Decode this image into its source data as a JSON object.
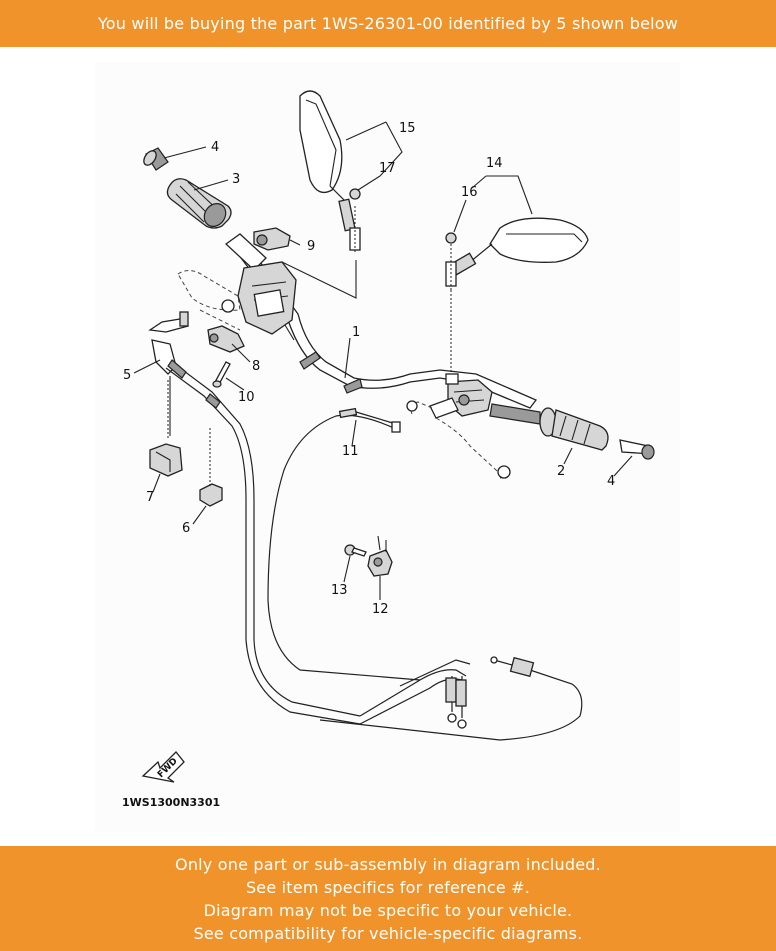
{
  "header": {
    "text": "You will be buying the part 1WS-26301-00 identified by 5 shown below"
  },
  "footer": {
    "lines": [
      "Only one part or sub-assembly in diagram included.",
      "See item specifics for reference #.",
      "Diagram may not be specific to your vehicle.",
      "See compatibility for vehicle-specific diagrams."
    ]
  },
  "diagram": {
    "code": "1WS1300N3301",
    "fwd_label": "FWD",
    "callouts": {
      "c1": "1",
      "c2": "2",
      "c3": "3",
      "c4a": "4",
      "c4b": "4",
      "c5": "5",
      "c6": "6",
      "c7": "7",
      "c8": "8",
      "c9": "9",
      "c10": "10",
      "c11": "11",
      "c12": "12",
      "c13": "13",
      "c14": "14",
      "c15": "15",
      "c16": "16",
      "c17": "17"
    }
  },
  "colors": {
    "banner": "#f0932b",
    "banner_text": "#ffffff"
  }
}
